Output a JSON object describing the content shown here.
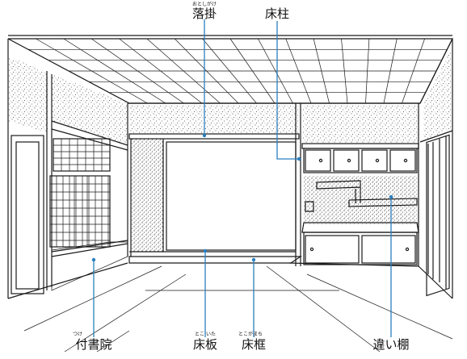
{
  "labels": {
    "otoshigake": {
      "text": "落掛",
      "ruby": "おとしがけ"
    },
    "tokobashira": {
      "text": "床柱",
      "ruby": ""
    },
    "tsukeshoin": {
      "text": "付書院",
      "ruby": "つけ"
    },
    "tokoita": {
      "text": "床板",
      "ruby": "とこ いた"
    },
    "tokogamachi": {
      "text": "床框",
      "ruby": "とこがまち"
    },
    "chigaidana": {
      "text": "違い棚",
      "ruby": ""
    }
  },
  "colors": {
    "ink": "#1a1a1a",
    "leader": "#2a7fc0",
    "paper": "#ffffff"
  }
}
